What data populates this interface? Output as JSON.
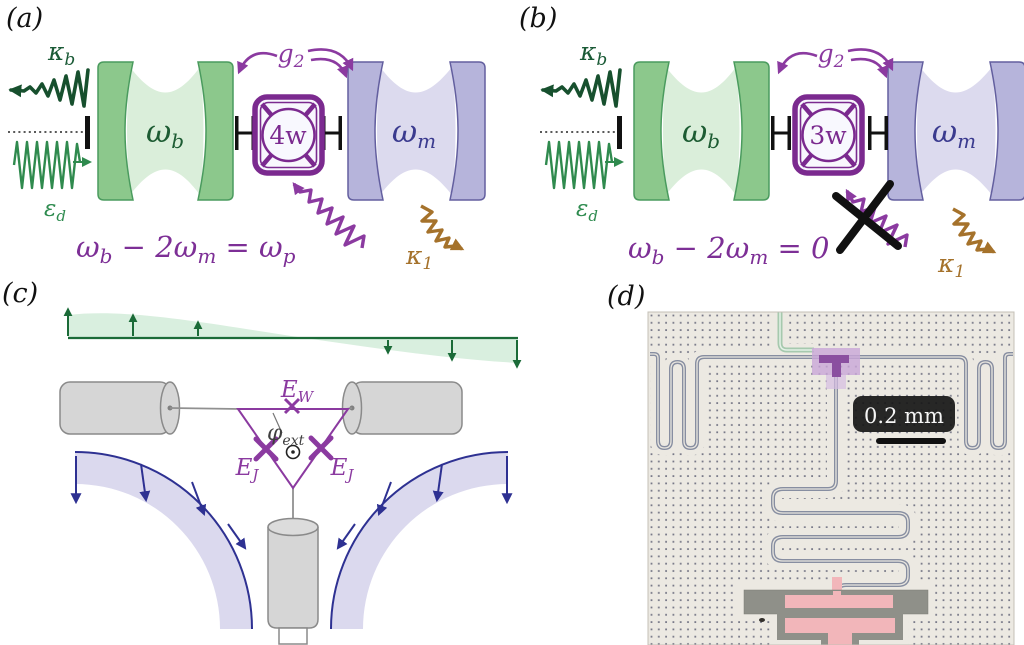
{
  "figure": {
    "panels": {
      "a": "(a)",
      "b": "(b)",
      "c": "(c)",
      "d": "(d)"
    }
  },
  "labels": {
    "kappa_b": {
      "main": "κ",
      "sub": "b"
    },
    "epsilon_d": {
      "main": "ε",
      "sub": "d"
    },
    "omega_b": {
      "main": "ω",
      "sub": "b"
    },
    "omega_m": {
      "main": "ω",
      "sub": "m"
    },
    "g2": {
      "main": "g",
      "sub": "2"
    },
    "kappa_1": {
      "main": "κ",
      "sub": "1"
    },
    "box_a": "4w",
    "box_b": "3w",
    "E_W": {
      "main": "E",
      "sub": "W"
    },
    "E_J": {
      "main": "E",
      "sub": "J"
    },
    "phi_ext": {
      "main": "φ",
      "sub": "ext"
    }
  },
  "equations": {
    "a": {
      "p1": "ω",
      "s1": "b",
      "p2": " − 2ω",
      "s2": "m",
      "p3": " = ω",
      "s3": "p"
    },
    "b": {
      "p1": "ω",
      "s1": "b",
      "p2": " − 2ω",
      "s2": "m",
      "p3": " = 0"
    }
  },
  "scale_bar": {
    "text": "0.2 mm"
  },
  "colors": {
    "dark_green": "#17502e",
    "mid_green": "#2f8a4e",
    "mirror_green": "#8cc88c",
    "mode_green": "#daeeda",
    "purple": "#8b3aa0",
    "box_purple": "#7b2a8f",
    "eq_purple": "#7d2f96",
    "mirror_lavender": "#b6b4db",
    "mode_lavender": "#dcdaee",
    "omega_m_indigo": "#3b3b8f",
    "kappa1_brown": "#a5722b",
    "band_blue": "#2e3192",
    "chip_bg": "#ece9e2",
    "chip_trace": "#878ea1",
    "chip_pink": "#f2b6ba",
    "chip_purple": "#b48cc8",
    "chip_green": "#a6c9ae"
  }
}
